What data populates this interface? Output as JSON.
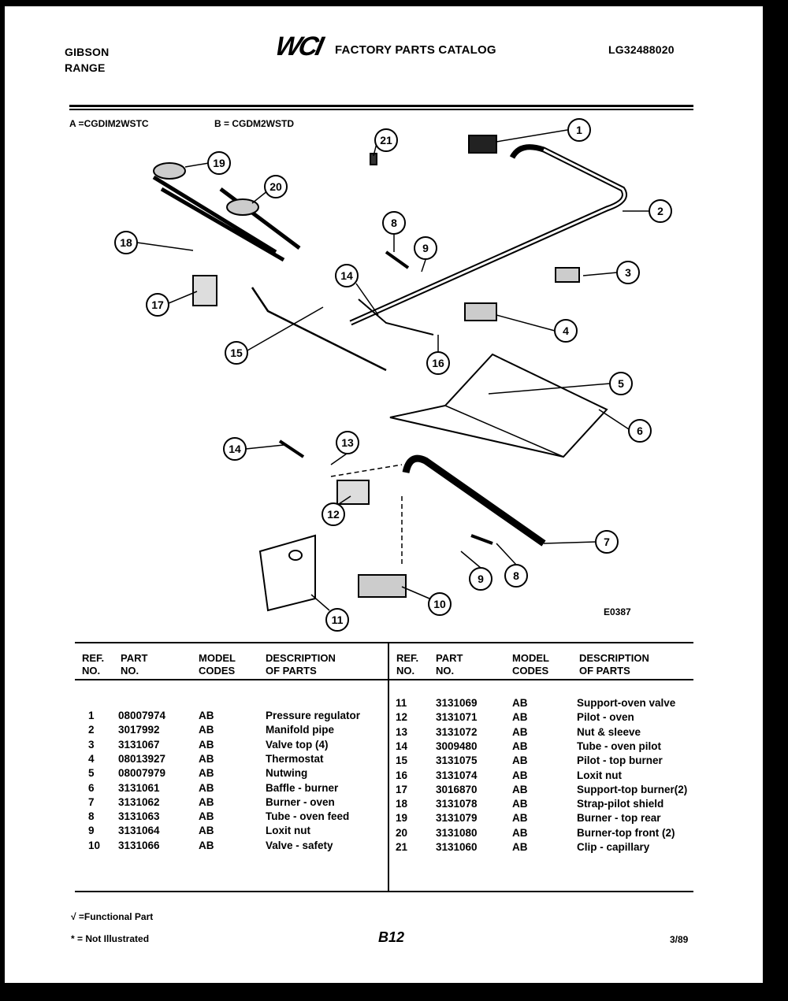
{
  "header": {
    "brand_line1": "GIBSON",
    "brand_line2": "RANGE",
    "logo": "WCI",
    "catalog_title": "FACTORY PARTS CATALOG",
    "catalog_number": "LG32488020"
  },
  "models": {
    "a": "A =CGDIM2WSTC",
    "b": "B = CGDM2WSTD"
  },
  "diagram": {
    "code": "E0387",
    "callouts": [
      "1",
      "21",
      "19",
      "20",
      "2",
      "8",
      "9",
      "18",
      "3",
      "14",
      "17",
      "4",
      "15",
      "16",
      "5",
      "6",
      "13",
      "14",
      "12",
      "7",
      "9",
      "8",
      "10",
      "11"
    ]
  },
  "table": {
    "headers": {
      "ref1": "REF.",
      "ref2": "NO.",
      "part1": "PART",
      "part2": "NO.",
      "model1": "MODEL",
      "model2": "CODES",
      "desc1": "DESCRIPTION",
      "desc2": "OF PARTS"
    },
    "left": [
      {
        "ref": "1",
        "part": "08007974",
        "codes": "AB",
        "desc": "Pressure regulator"
      },
      {
        "ref": "2",
        "part": "3017992",
        "codes": "AB",
        "desc": "Manifold pipe"
      },
      {
        "ref": "3",
        "part": "3131067",
        "codes": "AB",
        "desc": "Valve top (4)"
      },
      {
        "ref": "4",
        "part": "08013927",
        "codes": "AB",
        "desc": "Thermostat"
      },
      {
        "ref": "5",
        "part": "08007979",
        "codes": "AB",
        "desc": "Nutwing"
      },
      {
        "ref": "6",
        "part": "3131061",
        "codes": "AB",
        "desc": "Baffle - burner"
      },
      {
        "ref": "7",
        "part": "3131062",
        "codes": "AB",
        "desc": "Burner - oven"
      },
      {
        "ref": "8",
        "part": "3131063",
        "codes": "AB",
        "desc": "Tube - oven feed"
      },
      {
        "ref": "9",
        "part": "3131064",
        "codes": "AB",
        "desc": "Loxit nut"
      },
      {
        "ref": "10",
        "part": "3131066",
        "codes": "AB",
        "desc": "Valve - safety"
      }
    ],
    "right": [
      {
        "ref": "11",
        "part": "3131069",
        "codes": "AB",
        "desc": "Support-oven valve"
      },
      {
        "ref": "12",
        "part": "3131071",
        "codes": "AB",
        "desc": "Pilot - oven"
      },
      {
        "ref": "13",
        "part": "3131072",
        "codes": "AB",
        "desc": "Nut & sleeve"
      },
      {
        "ref": "14",
        "part": "3009480",
        "codes": "AB",
        "desc": "Tube - oven pilot"
      },
      {
        "ref": "15",
        "part": "3131075",
        "codes": "AB",
        "desc": "Pilot - top burner"
      },
      {
        "ref": "16",
        "part": "3131074",
        "codes": "AB",
        "desc": "Loxit nut"
      },
      {
        "ref": "17",
        "part": "3016870",
        "codes": "AB",
        "desc": "Support-top burner(2)"
      },
      {
        "ref": "18",
        "part": "3131078",
        "codes": "AB",
        "desc": "Strap-pilot shield"
      },
      {
        "ref": "19",
        "part": "3131079",
        "codes": "AB",
        "desc": "Burner - top rear"
      },
      {
        "ref": "20",
        "part": "3131080",
        "codes": "AB",
        "desc": "Burner-top front (2)"
      },
      {
        "ref": "21",
        "part": "3131060",
        "codes": "AB",
        "desc": "Clip - capillary"
      }
    ]
  },
  "footer": {
    "functional": "√ =Functional Part",
    "not_illustrated": "* = Not Illustrated",
    "page": "B12",
    "date": "3/89"
  }
}
